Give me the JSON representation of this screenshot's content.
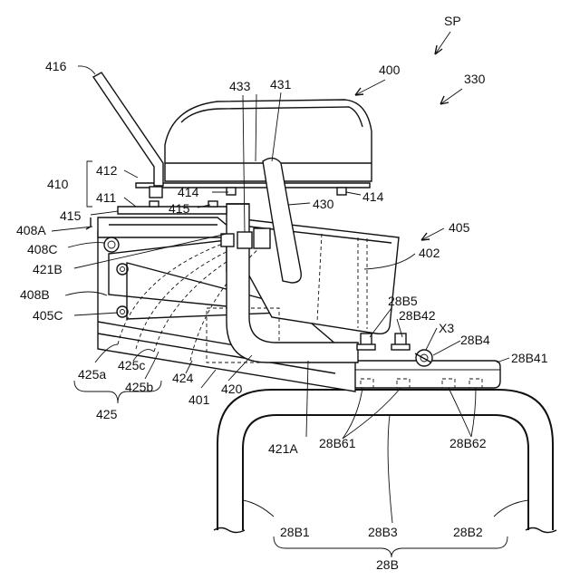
{
  "labels": {
    "sp": "SP",
    "l400": "400",
    "l330": "330",
    "l416": "416",
    "l433": "433",
    "l431": "431",
    "l410": "410",
    "l412": "412",
    "l411": "411",
    "l414a": "414",
    "l414b": "414",
    "l415a": "415",
    "l415b": "415",
    "l430": "430",
    "l405": "405",
    "l408A": "408A",
    "l408C": "408C",
    "l421B": "421B",
    "l402": "402",
    "l408B": "408B",
    "l405C": "405C",
    "l28B5": "28B5",
    "l28B42": "28B42",
    "lX3": "X3",
    "l28B4": "28B4",
    "l28B41": "28B41",
    "l425a": "425a",
    "l425c": "425c",
    "l425b": "425b",
    "l424": "424",
    "l401": "401",
    "l420": "420",
    "l425": "425",
    "l421A": "421A",
    "l28B61": "28B61",
    "l28B62": "28B62",
    "l28B1": "28B1",
    "l28B3": "28B3",
    "l28B2": "28B2",
    "l28B": "28B"
  }
}
